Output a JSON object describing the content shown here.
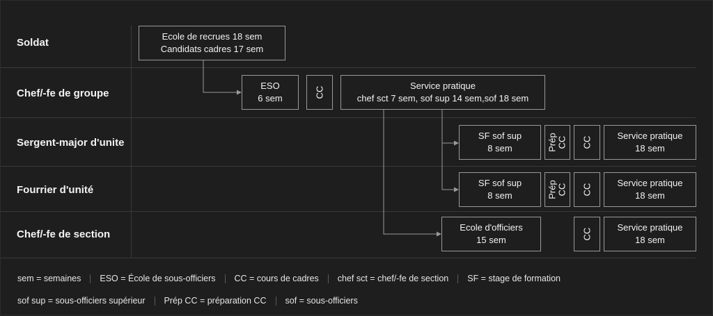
{
  "rows": [
    {
      "label": "Soldat"
    },
    {
      "label": "Chef/-fe de groupe"
    },
    {
      "label": "Sergent-major d'unite"
    },
    {
      "label": "Fourrier d'unité"
    },
    {
      "label": "Chef/-fe de section"
    }
  ],
  "boxes": {
    "ecole_recrues": {
      "line1": "Ecole de recrues 18 sem",
      "line2": "Candidats cadres 17 sem"
    },
    "eso": {
      "line1": "ESO",
      "line2": "6 sem"
    },
    "cc": "CC",
    "service_pratique_groupe": {
      "line1": "Service pratique",
      "line2": "chef sct 7 sem, sof sup 14 sem,sof 18 sem"
    },
    "sf_sof_sup": {
      "line1": "SF sof sup",
      "line2": "8 sem"
    },
    "prep_cc": "Prép\nCC",
    "service_pratique_18": {
      "line1": "Service pratique",
      "line2": "18 sem"
    },
    "ecole_officiers": {
      "line1": "Ecole d'officiers",
      "line2": "15 sem"
    }
  },
  "legend": {
    "line1": [
      "sem = semaines",
      "ESO = École de sous-officiers",
      "CC = cours de cadres",
      "chef sct = chef/-fe de section",
      "SF = stage de formation"
    ],
    "line2": [
      "sof sup = sous-officiers supérieur",
      "Prép CC = préparation CC",
      "sof = sous-officiers"
    ]
  }
}
